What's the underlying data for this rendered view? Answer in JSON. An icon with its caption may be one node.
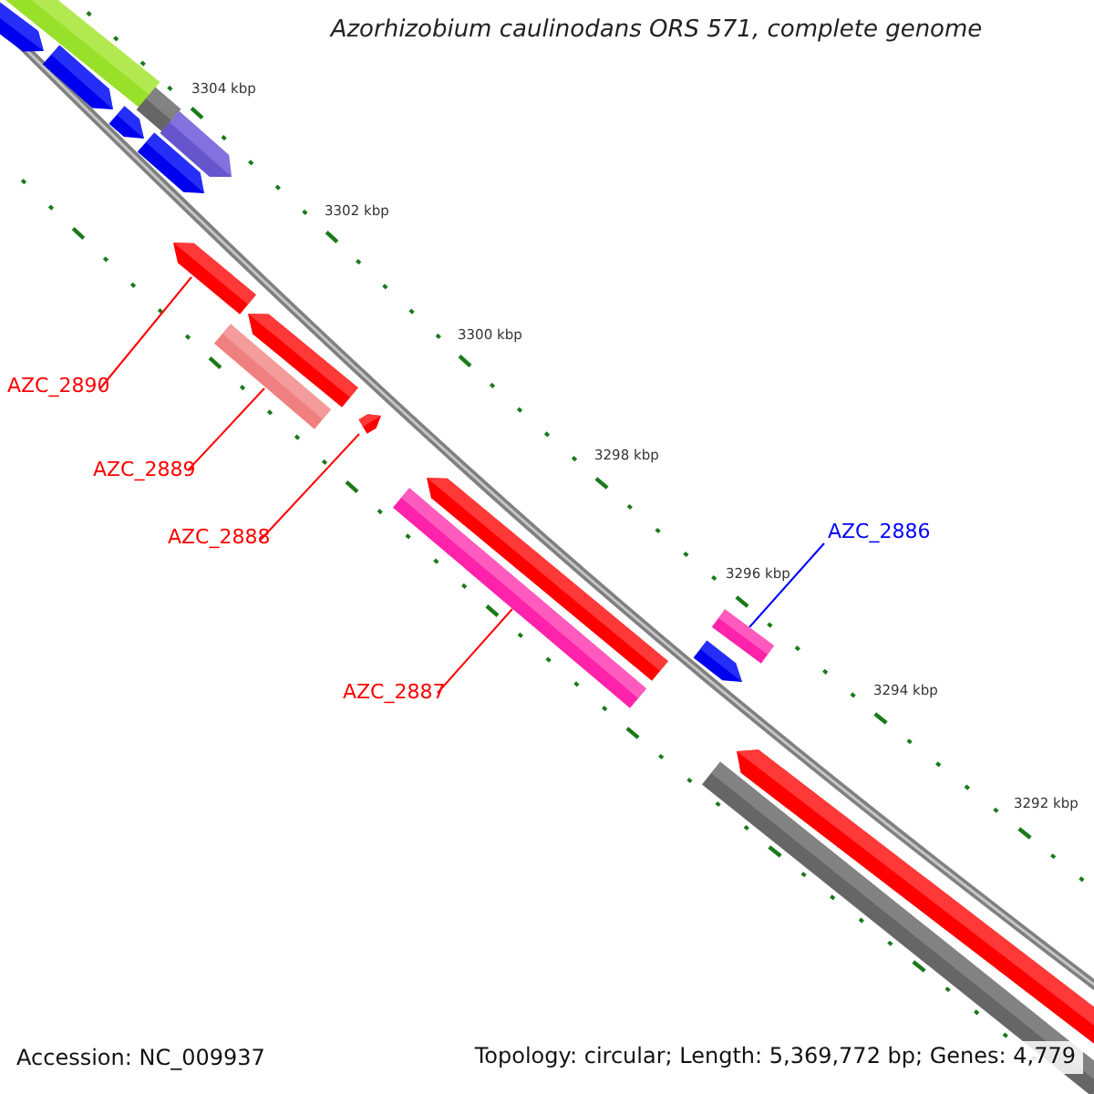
{
  "diagram": {
    "title": "Azorhizobium caulinodans ORS 571, complete genome",
    "nodes": [
      {
        "text": [
          "AZC_2890"
        ]
      },
      {
        "text": [
          "AZC_2889"
        ]
      },
      {
        "text": [
          "AZC_2888"
        ]
      },
      {
        "text": [
          "AZC_2887"
        ]
      },
      {
        "text": [
          "AZC_2886"
        ]
      },
      {
        "text": [],
        "shape": "bar"
      },
      {
        "text": [],
        "shape": "arrow"
      },
      {
        "text": [],
        "shape": "arrow"
      },
      {
        "text": [],
        "shape": "bar"
      },
      {
        "text": [],
        "shape": "arrow"
      },
      {
        "text": [],
        "shape": "arrow"
      },
      {
        "text": [],
        "shape": "arrow"
      },
      {
        "text": [],
        "shape": "arrow"
      },
      {
        "text": [],
        "shape": "arrow"
      },
      {
        "text": [],
        "shape": "bar"
      },
      {
        "text": [],
        "shape": "arrow"
      },
      {
        "text": [],
        "shape": "arrow"
      },
      {
        "text": [],
        "shape": "bar"
      },
      {
        "text": [],
        "shape": "bar"
      },
      {
        "text": [],
        "shape": "arrow"
      },
      {
        "text": [],
        "shape": "arrow"
      },
      {
        "text": [],
        "shape": "bar"
      }
    ],
    "edges": [
      {
        "from": 0,
        "to": 12,
        "arrow": "none"
      },
      {
        "from": 1,
        "to": 14,
        "arrow": "none"
      },
      {
        "from": 2,
        "to": 15,
        "arrow": "none"
      },
      {
        "from": 3,
        "to": 17,
        "arrow": "none"
      },
      {
        "from": 4,
        "to": 18,
        "arrow": "none",
        "color": "#0000ff"
      }
    ],
    "labels": [
      "3304 kbp",
      "3302 kbp",
      "3300 kbp",
      "3298 kbp",
      "3296 kbp",
      "3294 kbp",
      "3292 kbp",
      "Accession: NC_009937",
      "Topology: circular; Length: 5,369,772 bp; Genes: 4,779"
    ]
  }
}
